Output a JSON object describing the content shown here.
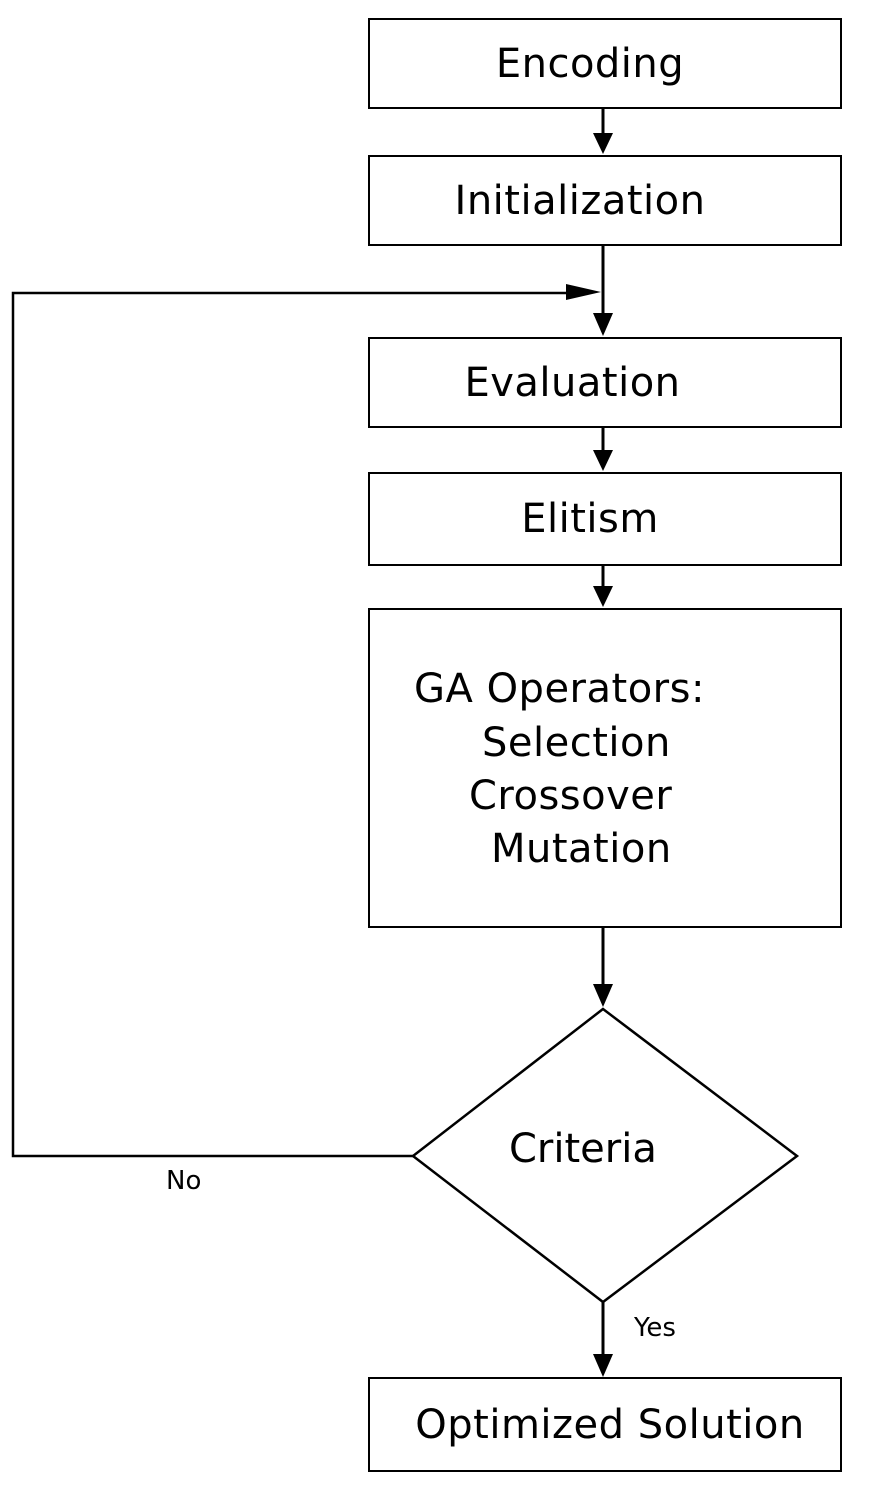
{
  "diagram": {
    "steps": {
      "encoding": "Encoding",
      "initialization": "Initialization",
      "evaluation": "Evaluation",
      "elitism": "Elitism",
      "ga_operators": {
        "title": "GA Operators:",
        "items": [
          "Selection",
          "Crossover",
          "Mutation"
        ]
      },
      "criteria": "Criteria",
      "solution": "Optimized Solution"
    },
    "branches": {
      "no": "No",
      "yes": "Yes"
    },
    "colors": {
      "stroke": "#000000",
      "fill": "#ffffff"
    }
  }
}
